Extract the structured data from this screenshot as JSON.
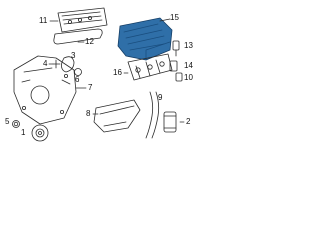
{
  "colors": {
    "line": "#2b2b2b",
    "highlight_fill": "#2f6fa8",
    "highlight_stroke": "#153e66",
    "background": "#ffffff"
  },
  "callouts": {
    "c1": "1",
    "c2": "2",
    "c3": "3",
    "c4": "4",
    "c5": "5",
    "c6": "6",
    "c7": "7",
    "c8": "8",
    "c9": "9",
    "c10": "10",
    "c11": "11",
    "c12": "12",
    "c13": "13",
    "c14": "14",
    "c15": "15",
    "c16": "16"
  }
}
